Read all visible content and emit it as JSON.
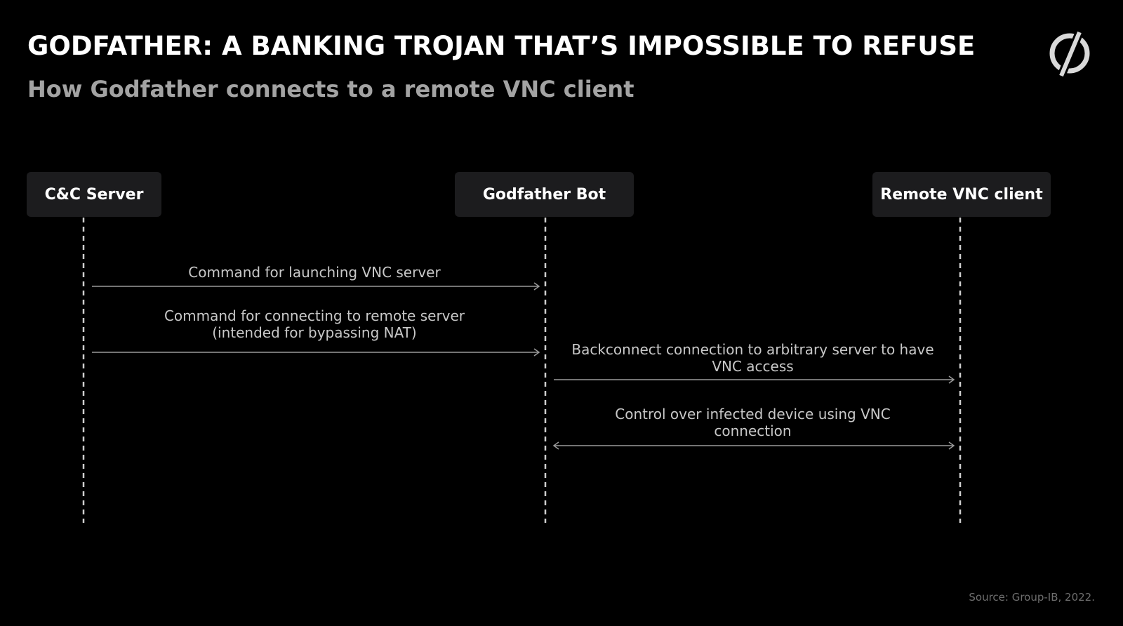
{
  "header": {
    "title": "GODFATHER: A BANKING TROJAN THAT’S IMPOSSIBLE TO REFUSE",
    "subtitle": "How Godfather connects to a remote VNC client"
  },
  "logo": {
    "icon": "group-ib-logo-icon"
  },
  "actors": [
    {
      "id": "cc",
      "label": "C&C Server"
    },
    {
      "id": "bot",
      "label": "Godfather Bot"
    },
    {
      "id": "vnc",
      "label": "Remote VNC client"
    }
  ],
  "messages": [
    {
      "from": "cc",
      "to": "bot",
      "direction": "one-way",
      "lines": [
        "Command for launching VNC server"
      ]
    },
    {
      "from": "cc",
      "to": "bot",
      "direction": "one-way",
      "lines": [
        "Command for connecting to remote server",
        "(intended for bypassing NAT)"
      ]
    },
    {
      "from": "bot",
      "to": "vnc",
      "direction": "one-way",
      "lines": [
        "Backconnect connection to arbitrary server to have",
        "VNC access"
      ]
    },
    {
      "from": "bot",
      "to": "vnc",
      "direction": "two-way",
      "lines": [
        "Control over infected device using VNC",
        "connection"
      ]
    }
  ],
  "footer": {
    "source": "Source: Group-IB, 2022."
  },
  "colors": {
    "background": "#000000",
    "actor_box": "#1c1c1e",
    "lifeline": "#cfcfcf",
    "arrow": "#9a9a9a",
    "subtitle": "#a3a3a3"
  }
}
